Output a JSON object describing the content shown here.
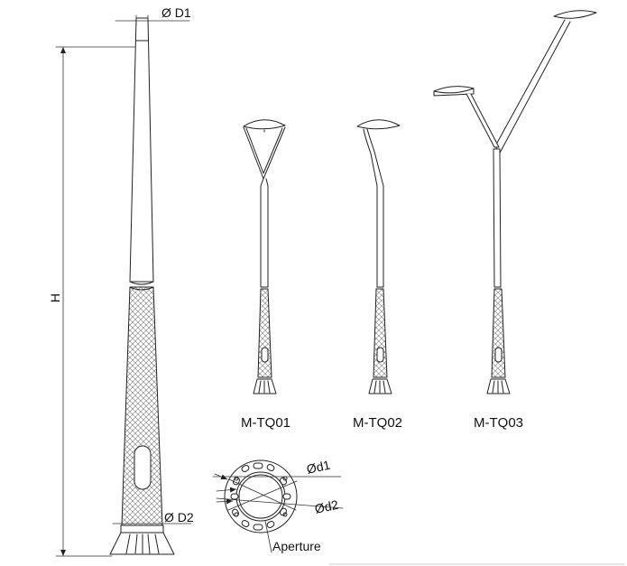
{
  "dimensions": {
    "top_diameter": "Ø D1",
    "bottom_diameter": "Ø D2",
    "height": "H"
  },
  "models": [
    "M-TQ01",
    "M-TQ02",
    "M-TQ03"
  ],
  "flange": {
    "inner_diameter": "Ød1",
    "outer_diameter": "Ød2",
    "aperture": "Aperture"
  },
  "colors": {
    "line": "#222222",
    "dimension_line": "#333333",
    "background": "#ffffff"
  }
}
